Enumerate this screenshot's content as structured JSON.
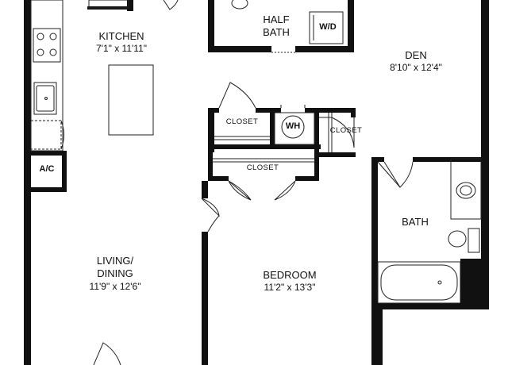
{
  "rooms": {
    "kitchen": {
      "name": "KITCHEN",
      "dims": "7'1\" x 11'11\""
    },
    "half_bath": {
      "name_line1": "HALF",
      "name_line2": "BATH"
    },
    "den": {
      "name": "DEN",
      "dims": "8'10\" x 12'4\""
    },
    "living_dining": {
      "name_line1": "LIVING/",
      "name_line2": "DINING",
      "dims": "11'9\" x 12'6\""
    },
    "bedroom": {
      "name": "BEDROOM",
      "dims": "11'2\" x 13'3\""
    },
    "bath": {
      "name": "BATH"
    }
  },
  "fixtures": {
    "washer_dryer": "W/D",
    "water_heater": "WH",
    "ac": "A/C",
    "closet_left": "CLOSET",
    "closet_right": "CLOSET",
    "closet_bedroom": "CLOSET"
  }
}
